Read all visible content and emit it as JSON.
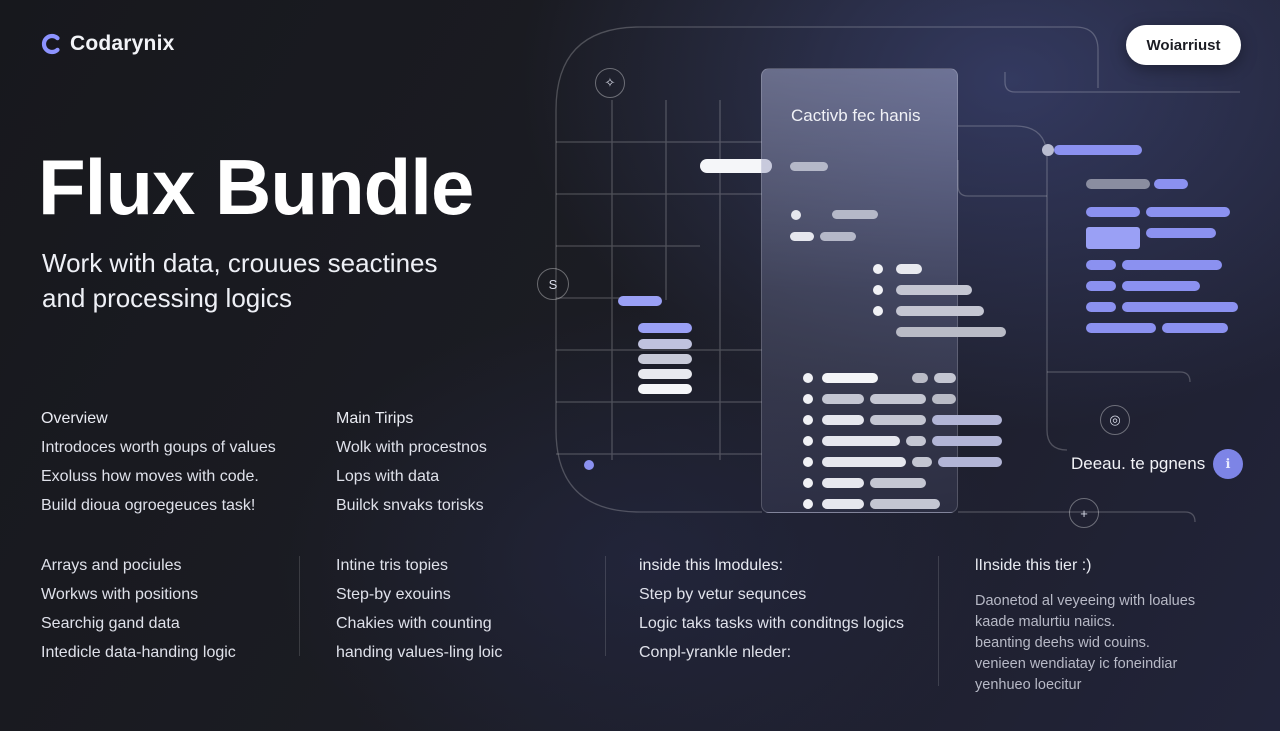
{
  "brand": {
    "name": "Codarynix",
    "icon": "c-logo-icon"
  },
  "header": {
    "cta_label": "Woiarriust"
  },
  "hero": {
    "title": "Flux Bundle",
    "subtitle_line1": "Work with data, crouues seactines",
    "subtitle_line2": "and processing logics"
  },
  "illustration": {
    "panel_title": "Cactivb fec hanis",
    "side_label": "Deeau. te pgnens",
    "icons": [
      "sparkle-icon",
      "s-icon",
      "target-icon",
      "plus-icon"
    ],
    "colors": {
      "accent": "#8b91f0",
      "accent_soft": "#9aa0f5",
      "bar_light": "#f4f5f8",
      "bar_gray": "#b9bbc6"
    }
  },
  "overview": {
    "heading": "Overview",
    "items": [
      "Introdoces worth goups of values",
      "Exoluss how moves with code.",
      "Build dioua ogroegeuces task!"
    ]
  },
  "main_tips": {
    "heading": "Main Tirips",
    "items": [
      "Wolk with procestnos",
      "Lops with data",
      "Builck snvaks torisks"
    ]
  },
  "bottom_cols": [
    {
      "items": [
        "Arrays and pociules",
        "Workws with positions",
        "Searchig gand data",
        "Intedicle data-handing logic"
      ]
    },
    {
      "items": [
        "Intine tris topies",
        "Step-by exouins",
        "Chakies with counting",
        "handing values-ling loic"
      ]
    },
    {
      "heading": "inside this lmodules:",
      "items": [
        "Step by vetur sequnces",
        "Logic taks tasks with conditngs logics",
        "Conpl-yrankle nleder:"
      ]
    },
    {
      "heading": "lInside this tier :)",
      "items": [
        "Daonetod al veyeeing with loalues",
        "kaade malurtiu naiics.",
        "beanting deehs wid couins.",
        "venieen wendiatay ic foneindiar",
        "yenhueo loecitur"
      ]
    }
  ]
}
